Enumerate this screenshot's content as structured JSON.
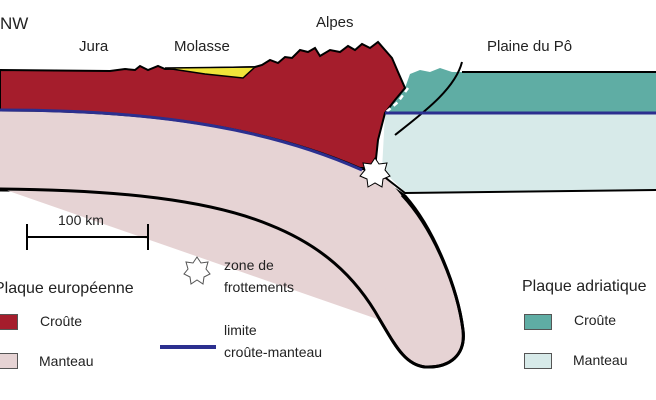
{
  "labels": {
    "orientation": "NW",
    "jura": "Jura",
    "molasse": "Molasse",
    "alpes": "Alpes",
    "plaine": "Plaine du Pô"
  },
  "scale": {
    "label": "100 km"
  },
  "legend": {
    "european": {
      "title": "Plaque européenne",
      "crust": "Croûte",
      "mantle": "Manteau"
    },
    "adriatic": {
      "title": "Plaque adriatique",
      "crust": "Croûte",
      "mantle": "Manteau"
    },
    "friction": {
      "line1": "zone de",
      "line2": "frottements"
    },
    "boundary": {
      "line1": "limite",
      "line2": "croûte-manteau"
    }
  },
  "colors": {
    "eu_crust": "#a51d2c",
    "eu_mantle": "#e6d3d4",
    "ad_crust": "#5fada4",
    "ad_mantle": "#d7eae9",
    "molasse": "#f0e43a",
    "moho": "#2b2f8f"
  }
}
